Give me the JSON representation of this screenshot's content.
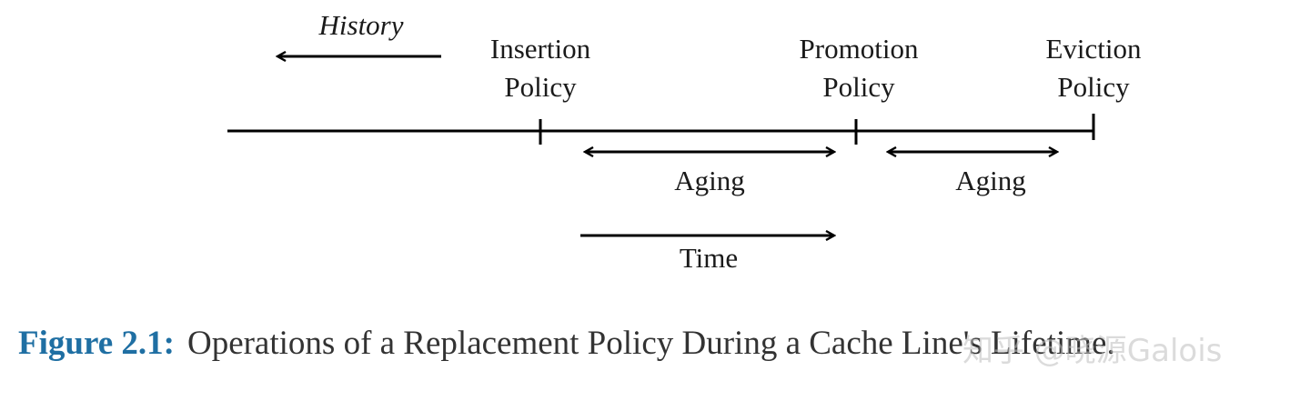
{
  "labels": {
    "history": "History",
    "insertion_line1": "Insertion",
    "insertion_line2": "Policy",
    "promotion_line1": "Promotion",
    "promotion_line2": "Policy",
    "eviction_line1": "Eviction",
    "eviction_line2": "Policy",
    "aging_left": "Aging",
    "aging_right": "Aging",
    "time": "Time"
  },
  "caption": {
    "figure_label": "Figure 2.1:",
    "text": "Operations of a Replacement Policy During a Cache Line's Lifetime."
  },
  "watermark": "知乎 @晓源Galois",
  "colors": {
    "stroke": "#000000",
    "text": "#1a1a1a",
    "caption_label": "#1f6fa3",
    "caption_text": "#333333"
  }
}
